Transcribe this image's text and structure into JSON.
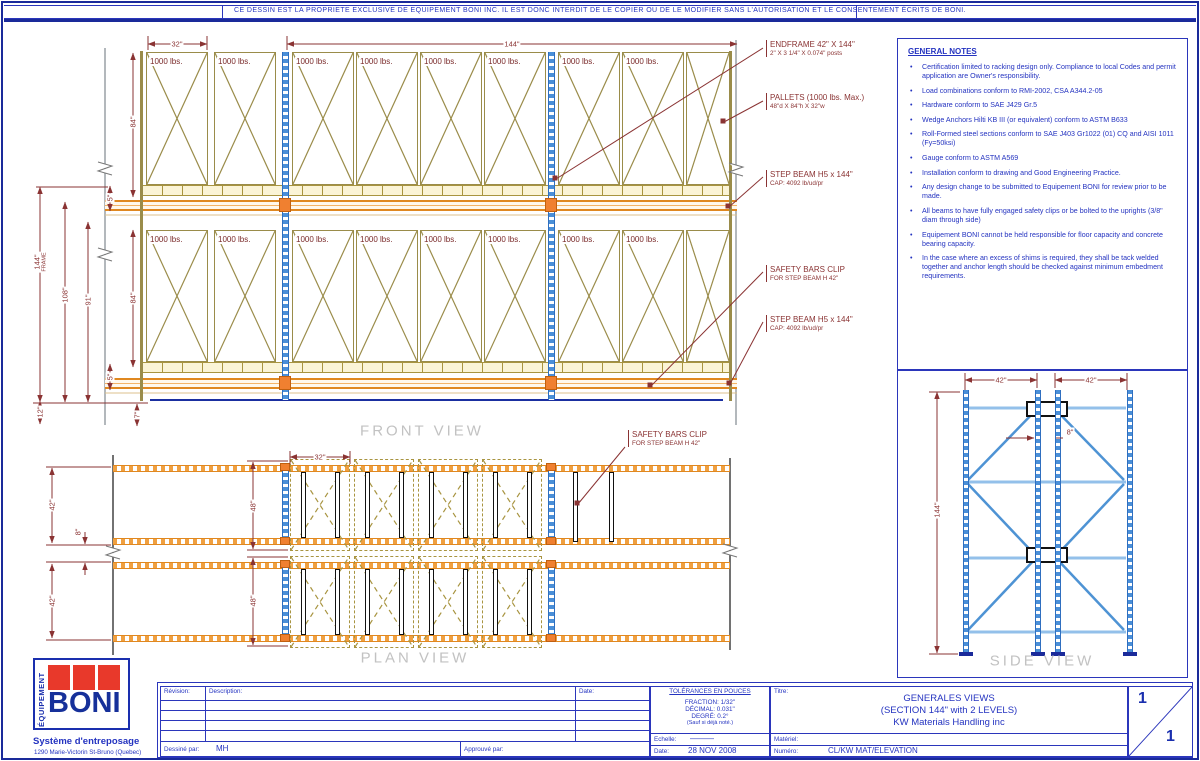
{
  "banner": {
    "text": "CE DESSIN EST LA PROPRIETE EXCLUSIVE DE EQUIPEMENT BONI INC. IL EST DONC INTERDIT DE LE COPIER OU DE LE MODIFIER SANS L'AUTORISATION ET LE CONSENTEMENT ÉCRITS DE BONI."
  },
  "general_notes": {
    "title": "GENERAL NOTES",
    "items": [
      "Certification limited to racking design only.  Compliance to local Codes and permit application are Owner's responsibility.",
      "Load combinations conform to RMI-2002, CSA A344.2-05",
      "Hardware conform to SAE J429 Gr.5",
      "Wedge Anchors Hilti KB III (or equivalent) conform to ASTM B633",
      "Roll-Formed steel sections conform to SAE J403 Gr1022 (01) CQ and AISI 1011 (Fy=50ksi)",
      "Gauge conform to ASTM A569",
      "Installation conform to drawing and Good Engineering Practice.",
      "Any design change to be submitted to Equipement BONI for review prior to be made.",
      "All beams to have fully engaged safety clips or be bolted to the uprights (3/8\" diam through side)",
      "Equipement BONI cannot be held responsible for floor capacity and concrete bearing capacity.",
      "In the case where an excess of shims is required, they shall be tack welded together and anchor length should be checked against minimum embedment requirements."
    ]
  },
  "front_view": {
    "label": "FRONT VIEW",
    "pallet_label": "1000 lbs.",
    "dims": {
      "bay_width": "32\"",
      "section_width": "144\"",
      "level_height_top": "84\"",
      "beam_face_top": "5\"",
      "frame_height": "144\"",
      "frame_word": "FRAME",
      "height_108": "108\"",
      "height_91": "91\"",
      "level_height_bottom": "84\"",
      "beam_face_bottom": "5\"",
      "beam_elevation": "12\"",
      "base_offset": "7\""
    },
    "callouts": {
      "endframe": {
        "line1": "ENDFRAME 42\" X 144\"",
        "line2": "2\" X 3 1/4\" X 0.074\" posts"
      },
      "pallets": {
        "line1": "PALLETS (1000 lbs. Max.)",
        "line2": "48\"d X 84\"h X 32\"w"
      },
      "step_beam_top": {
        "line1": "STEP BEAM H5 x 144\"",
        "line2": "CAP: 4092 lb/ud/pr"
      },
      "safety_bars": {
        "line1": "SAFETY BARS CLIP",
        "line2": "FOR STEP BEAM H 42\""
      },
      "step_beam_bottom": {
        "line1": "STEP BEAM H5 x 144\"",
        "line2": "CAP: 4092 lb/ud/pr"
      }
    }
  },
  "plan_view": {
    "label": "PLAN VIEW",
    "dims": {
      "pallet_width": "32\"",
      "pallet_depth_top": "48\"",
      "pallet_depth_bottom": "48\"",
      "row_depth_top": "42\"",
      "flue": "8\"",
      "row_depth_bottom": "42\""
    },
    "callout": {
      "line1": "SAFETY BARS CLIP",
      "line2": "FOR STEP BEAM H 42\""
    }
  },
  "side_view": {
    "label": "SIDE VIEW",
    "dims": {
      "frame_depth_left": "42\"",
      "frame_depth_right": "42\"",
      "row_spacer": "8\"",
      "frame_height": "144\""
    }
  },
  "title_block": {
    "revision_table": {
      "col_revision": "Révision:",
      "col_description": "Description:",
      "col_date": "Date:",
      "drawn_label": "Dessiné par:",
      "drawn_value": "MH",
      "approved_label": "Approuvé par:"
    },
    "tolerances": {
      "title": "TOLÉRANCES EN POUCES",
      "fraction": "FRACTION: 1/32\"",
      "decimal": "DÉCIMAL: 0.031\"",
      "degree": "DEGRÉ: 0.2°",
      "note": "(Sauf si déjà noté.)",
      "scale_label": "Echelle:",
      "scale_value": "———",
      "date_label": "Date:",
      "date_value": "28 NOV 2008"
    },
    "title_box": {
      "label": "Titre:",
      "line1": "GENERALES VIEWS",
      "line2": "(SECTION 144\" with 2 LEVELS)",
      "line3": "KW Materials Handling inc",
      "material_label": "Matériel:",
      "number_label": "Numéro:",
      "number_value": "CL/KW MAT/ELEVATION"
    },
    "page": {
      "sheet": "1",
      "total": "1"
    }
  },
  "logo": {
    "brand_top": "ÉQUIPEMENT",
    "brand": "BONI",
    "tagline": "Système d'entreposage",
    "address": "1290 Marie-Victorin St-Bruno (Quebec)"
  }
}
